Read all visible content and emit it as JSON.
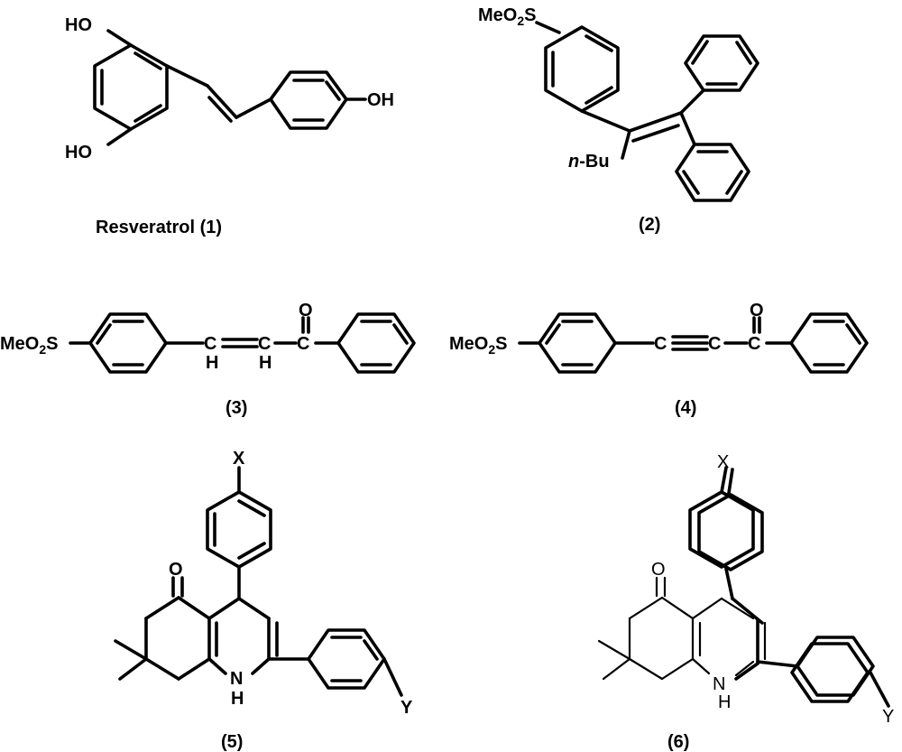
{
  "compounds": [
    {
      "caption": "Resveratrol (1)",
      "labels": {
        "ho_top": "HO",
        "ho_bottom": "HO",
        "oh_right": "OH"
      }
    },
    {
      "caption": "(2)",
      "labels": {
        "meo2s": "MeO2S",
        "nbu_n": "n",
        "nbu_rest": "-Bu"
      }
    },
    {
      "caption": "(3)",
      "labels": {
        "meo2s": "MeO2S",
        "c1": "C",
        "c2": "C",
        "c3": "C",
        "h1": "H",
        "h2": "H",
        "o": "O"
      }
    },
    {
      "caption": "(4)",
      "labels": {
        "meo2s": "MeO2S",
        "c1": "C",
        "c2": "C",
        "c3": "C",
        "o": "O"
      }
    },
    {
      "caption": "(5)",
      "labels": {
        "x": "X",
        "y": "Y",
        "o": "O",
        "nh_n": "N",
        "nh_h": "H"
      }
    },
    {
      "caption": "(6)",
      "labels": {
        "x": "X",
        "y": "Y",
        "o": "O",
        "nh_n": "N",
        "nh_h": "H"
      }
    }
  ]
}
